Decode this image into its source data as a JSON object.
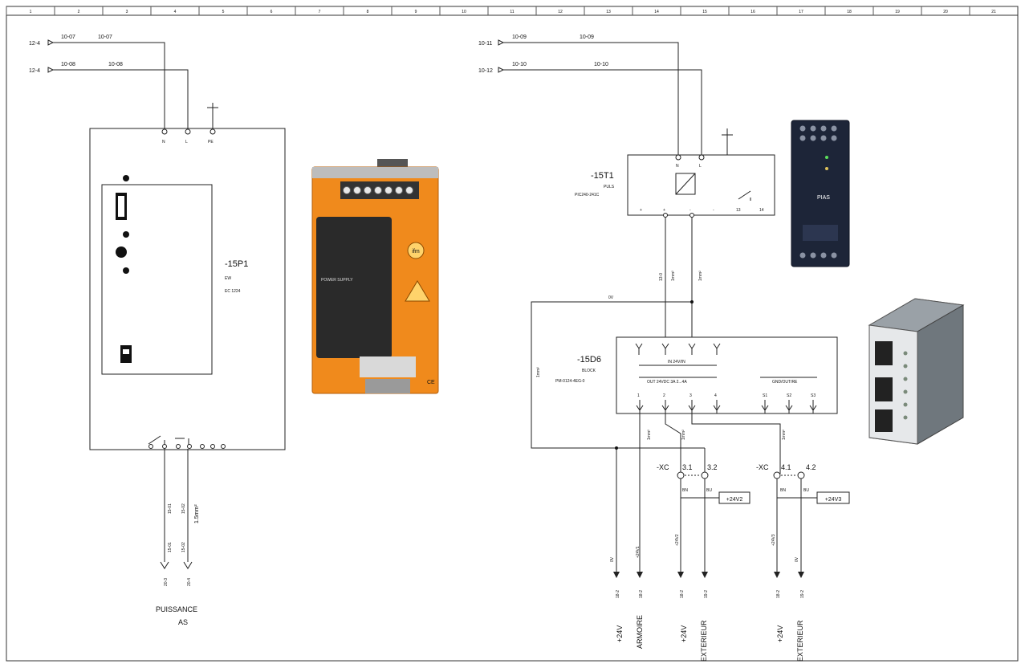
{
  "ruler": [
    "1",
    "2",
    "3",
    "4",
    "5",
    "6",
    "7",
    "8",
    "9",
    "10",
    "11",
    "12",
    "13",
    "14",
    "15",
    "16",
    "17",
    "18",
    "19",
    "20",
    "21"
  ],
  "left_circuit": {
    "inputs": [
      {
        "ref": "12-4",
        "wire": "10-07",
        "wire2": "10-07"
      },
      {
        "ref": "12-4",
        "wire": "10-08",
        "wire2": "10-08"
      }
    ],
    "ups": {
      "tag": "-15P1",
      "line2": "EW",
      "line3": "EC 1224",
      "terminals": [
        "N",
        "L",
        "PE"
      ]
    },
    "outputs": {
      "wires": [
        "15-01",
        "15-02"
      ],
      "section": "1.5mm²",
      "refs": [
        "20-3",
        "20-4"
      ]
    },
    "caption_line1": "PUISSANCE",
    "caption_line2": "AS"
  },
  "right_circuit": {
    "inputs": [
      {
        "ref": "10-11",
        "wire": "10-09",
        "wire2": "10-09"
      },
      {
        "ref": "10-12",
        "wire": "10-10",
        "wire2": "10-10"
      }
    ],
    "psu": {
      "tag": "-15T1",
      "line2": "PULS",
      "line3": "PIC240-241C",
      "terminals": [
        "N",
        "L",
        "+",
        "+",
        "-",
        "-",
        "13",
        "14"
      ]
    },
    "wire_labels": [
      "13-0",
      "1mm²",
      "0V",
      "1mm²"
    ],
    "distributor": {
      "tag": "-15D6",
      "line2": "BLOCK",
      "line3": "PM-0124-4EG-0",
      "inputs_label": "IN 24V/IN",
      "group1_label": "OUT 24VDC 3A 2...4A",
      "group2_label": "GND/OUT/RE",
      "channels": [
        "1",
        "2",
        "3",
        "4",
        "S1",
        "S2",
        "S3"
      ]
    },
    "sections": [
      "1mm²",
      "1mm²",
      "1mm²"
    ],
    "connector1": {
      "tag": "-XC",
      "pin_a": "3.1",
      "pin_b": "3.2",
      "wire_a": "BN",
      "wire_b": "BU",
      "label": "+24V2"
    },
    "connector2": {
      "tag": "-XC",
      "pin_a": "4.1",
      "pin_b": "4.2",
      "wire_a": "BN",
      "wire_b": "BU",
      "label": "+24V3"
    },
    "drop_wires": [
      "+24V1",
      "0V",
      "+24V2",
      "+24V3",
      "0V"
    ],
    "drop_refs": [
      "18-2",
      "18-2",
      "18-2",
      "19-2",
      "18-2",
      "19-2"
    ],
    "outputs": [
      {
        "line1": "+24V",
        "line2": "ARMOIRE"
      },
      {
        "line1": "+24V",
        "line2": "EXTERIEUR"
      },
      {
        "line1": "+24V",
        "line2": "EXTERIEUR"
      }
    ]
  },
  "photos": {
    "ifm": {
      "logo": "ifm",
      "text": "POWER SUPPLY",
      "ce": "CE"
    },
    "puls": {
      "logo": "PIAS"
    }
  }
}
